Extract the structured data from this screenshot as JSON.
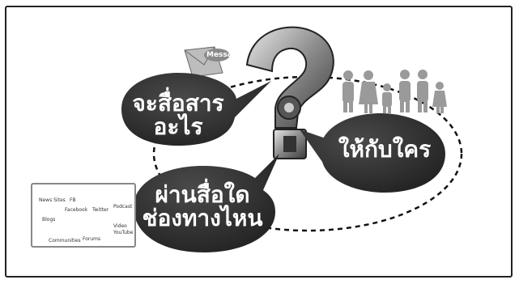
{
  "bubbles": {
    "what": {
      "line1": "จะสื่อสาร",
      "line2": "อะไร"
    },
    "whom": {
      "line1": "ให้กับใคร"
    },
    "channel": {
      "line1": "ผ่านสื่อใด",
      "line2": "ช่องทางไหน"
    }
  },
  "envelope": {
    "label": "Message"
  },
  "social_media": {
    "labels": [
      "News Sites",
      "FB",
      "Facebook",
      "Twitter",
      "Podcast",
      "Blogs",
      "Video",
      "YouTube",
      "Communities",
      "Forums"
    ]
  },
  "colors": {
    "bubble": "#2b2b2b",
    "dash": "#111111",
    "people": "#9a9a9a"
  }
}
